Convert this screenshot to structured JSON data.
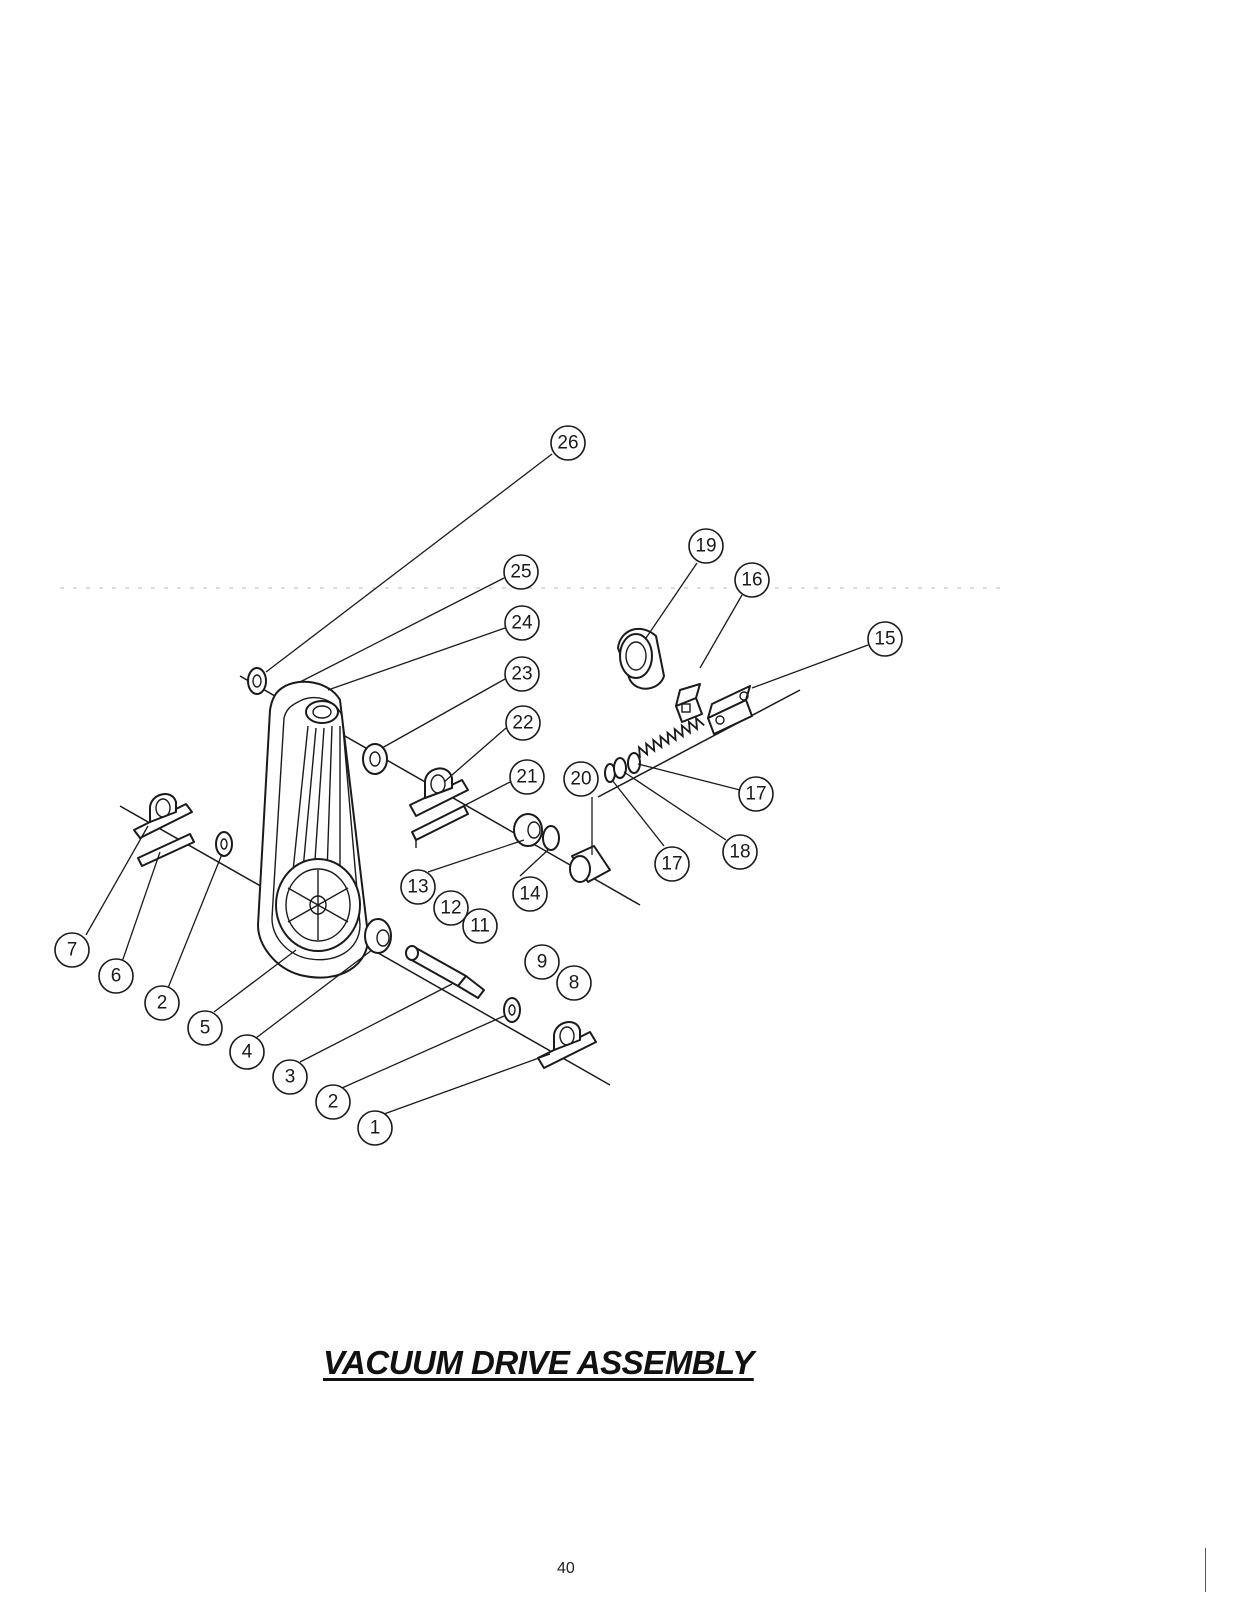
{
  "title": "VACUUM DRIVE ASSEMBLY",
  "page_number": "40",
  "callouts": [
    "26",
    "25",
    "24",
    "23",
    "22",
    "21",
    "20",
    "19",
    "16",
    "15",
    "17",
    "18",
    "17",
    "14",
    "13",
    "12",
    "11",
    "9",
    "8",
    "7",
    "6",
    "2",
    "5",
    "4",
    "3",
    "2",
    "1"
  ]
}
